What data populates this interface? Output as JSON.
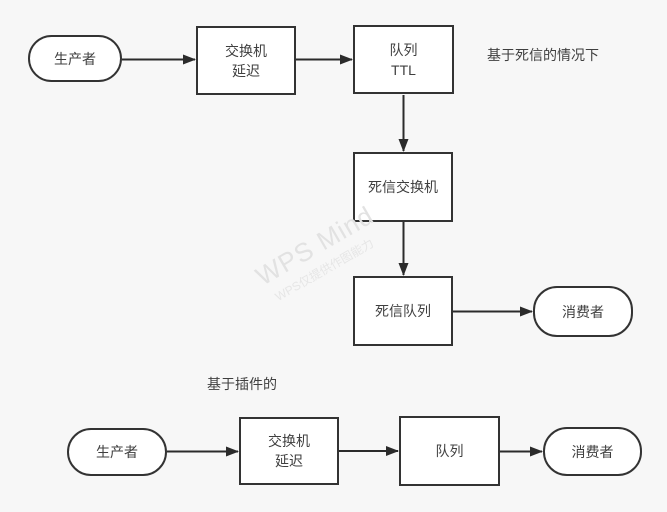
{
  "watermark": {
    "line1": "WPS Mind",
    "line2": "WPS仅提供作图能力"
  },
  "colors": {
    "background": "#f7f7f7",
    "node_fill": "#ffffff",
    "node_border": "#333333",
    "arrow": "#2b2b2b",
    "text": "#3f3f3f",
    "watermark": "#e2e2e2"
  },
  "diagram_dead_letter": {
    "section_label": "基于死信的情况下",
    "nodes": {
      "producer": "生产者",
      "exchange_delay": "交换机\n延迟",
      "queue_ttl": "队列\nTTL",
      "dead_letter_exchange": "死信交换机",
      "dead_letter_queue": "死信队列",
      "consumer": "消费者"
    }
  },
  "diagram_plugin": {
    "section_label": "基于插件的",
    "nodes": {
      "producer": "生产者",
      "exchange_delay": "交换机\n延迟",
      "queue": "队列",
      "consumer": "消费者"
    }
  }
}
